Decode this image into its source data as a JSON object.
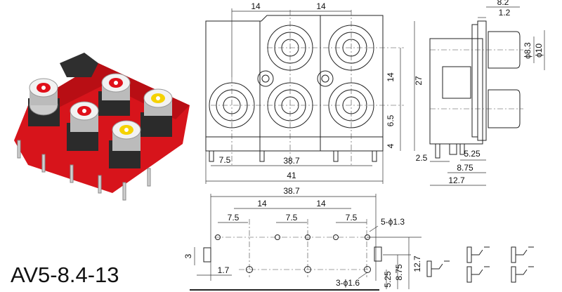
{
  "model": "AV5-8.4-13",
  "front_view": {
    "top_pitch_left": "14",
    "top_pitch_right": "14",
    "height_total": "27",
    "height_upper": "14",
    "height_mid": "6.5",
    "height_low": "4",
    "left_offset": "7.5",
    "pin_span": "38.7",
    "width_total": "41"
  },
  "side_view": {
    "depth_top": "8.2",
    "flange": "1.2",
    "dia_inner": "ϕ8.3",
    "dia_outer": "ϕ10",
    "pin_a": "2.5",
    "pin_b": "5.25",
    "pin_c": "8.75",
    "pin_d": "12.7"
  },
  "footprint": {
    "span": "38.7",
    "pitch_left": "14",
    "pitch_right": "14",
    "offset_1": "7.5",
    "offset_2": "7.5",
    "offset_3": "7.5",
    "small_holes": "5-ϕ1.3",
    "tab_height": "3",
    "tab_offset": "1.7",
    "large_holes": "3-ϕ1.6",
    "row_1": "5.25",
    "row_2": "8.75",
    "row_3": "12.7"
  },
  "colors": {
    "housing": "#d7141b",
    "base": "#2b2b2b",
    "white_insert": "#f2f2f2",
    "red_insert": "#e0101a",
    "yellow_insert": "#f5d200"
  }
}
